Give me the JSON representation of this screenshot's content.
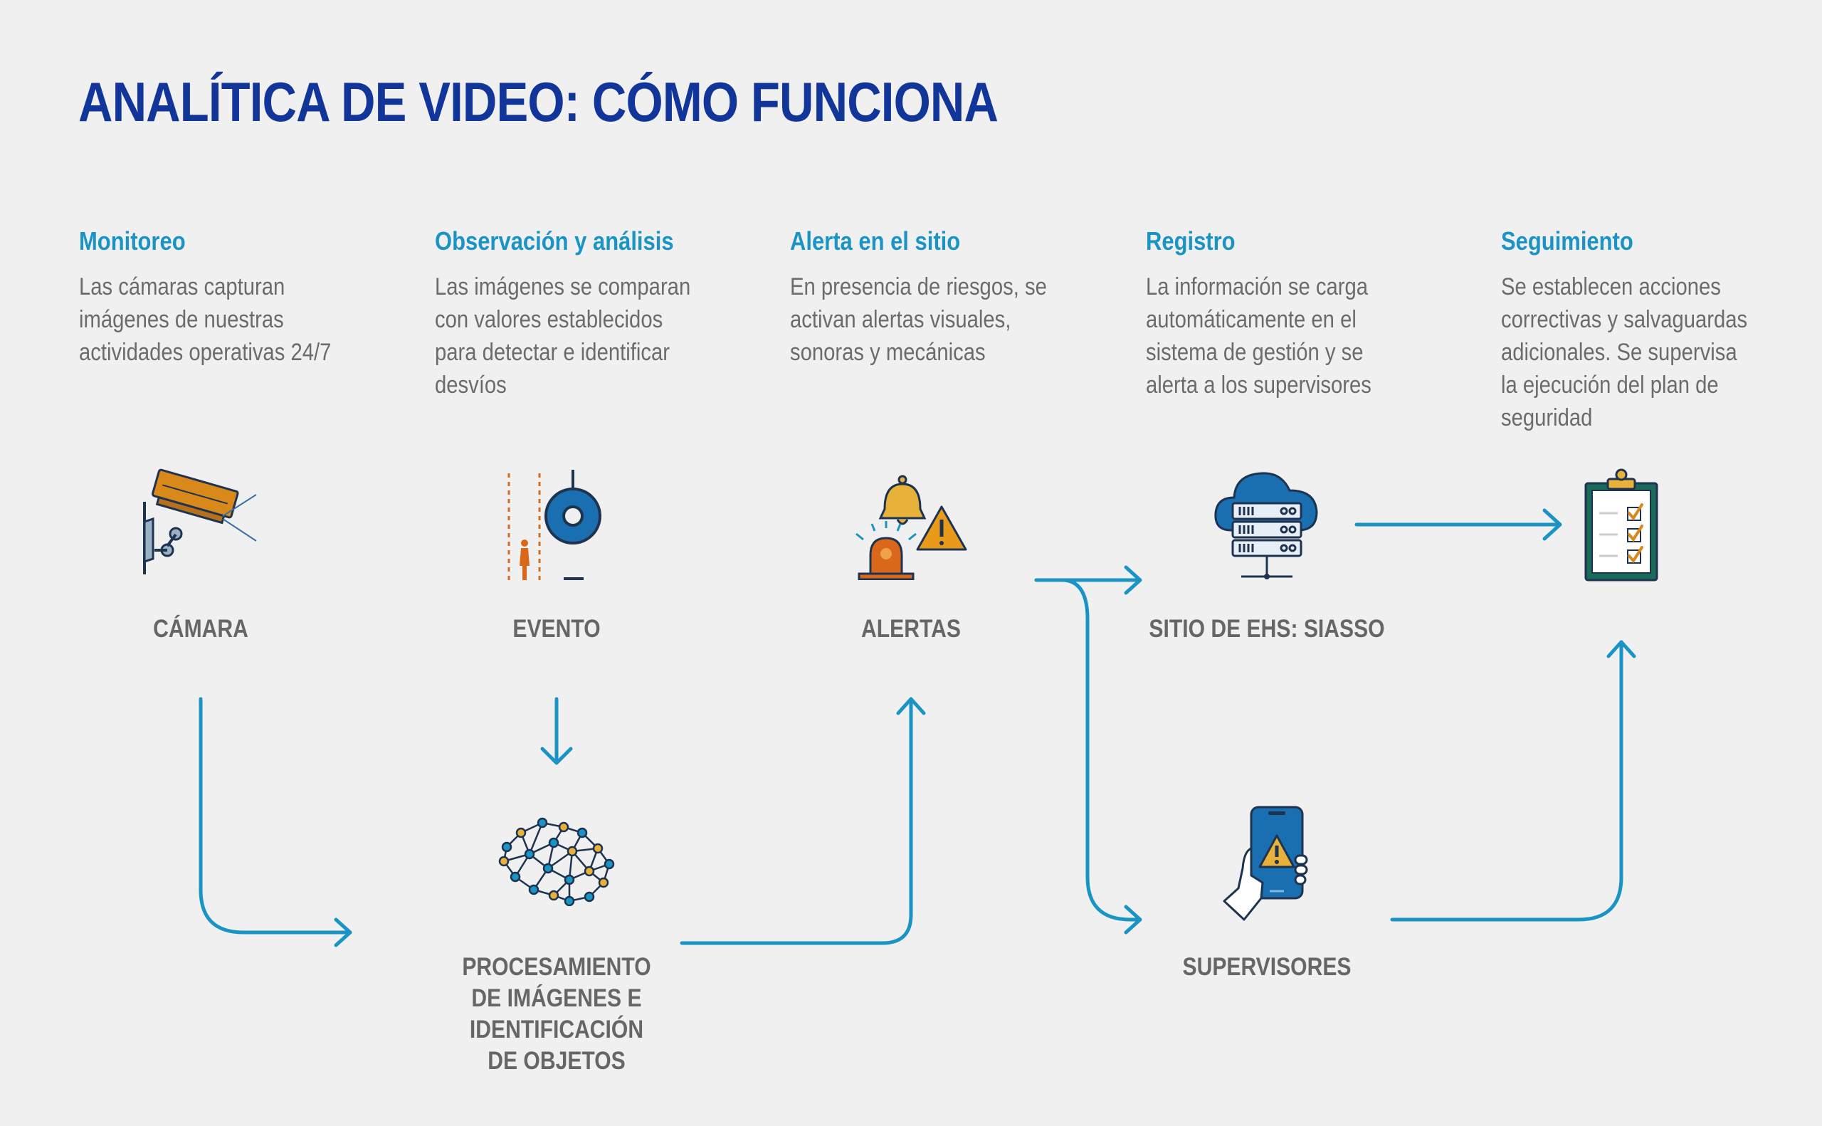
{
  "title": "ANALÍTICA DE VIDEO: CÓMO FUNCIONA",
  "steps": [
    {
      "heading": "Monitoreo",
      "text": "Las cámaras capturan imágenes de nuestras actividades operativas 24/7"
    },
    {
      "heading": "Observación y análisis",
      "text": "Las imágenes se comparan con valores establecidos para detectar e identificar desvíos"
    },
    {
      "heading": "Alerta en el sitio",
      "text": "En presencia de riesgos, se activan alertas visuales, sonoras y mecánicas"
    },
    {
      "heading": "Registro",
      "text": "La información se carga automáticamente en el sistema de gestión y se alerta a los supervisores"
    },
    {
      "heading": "Seguimiento",
      "text": "Se establecen acciones correctivas y salvaguardas adicionales. Se supervisa la ejecución del plan de seguridad"
    }
  ],
  "nodes": {
    "camara": {
      "label": "CÁMARA",
      "icon": "security-camera-icon"
    },
    "evento": {
      "label": "EVENTO",
      "icon": "event-detection-icon"
    },
    "alertas": {
      "label": "ALERTAS",
      "icon": "alarm-bell-warning-icon"
    },
    "sitio": {
      "label": "SITIO DE EHS: SIASSO",
      "icon": "cloud-server-icon"
    },
    "procesamiento": {
      "label": "PROCESAMIENTO DE IMÁGENES E IDENTIFICACIÓN DE OBJETOS",
      "icon": "neural-network-brain-icon"
    },
    "supervisores": {
      "label": "SUPERVISORES",
      "icon": "phone-alert-icon"
    },
    "seguimiento": {
      "icon": "clipboard-checklist-icon"
    }
  },
  "colors": {
    "title": "#12359a",
    "heading": "#1a94c4",
    "arrow": "#1a94c4",
    "icon_blue": "#1a6fb0",
    "icon_orange": "#d9891a",
    "icon_dark": "#1e3350"
  }
}
